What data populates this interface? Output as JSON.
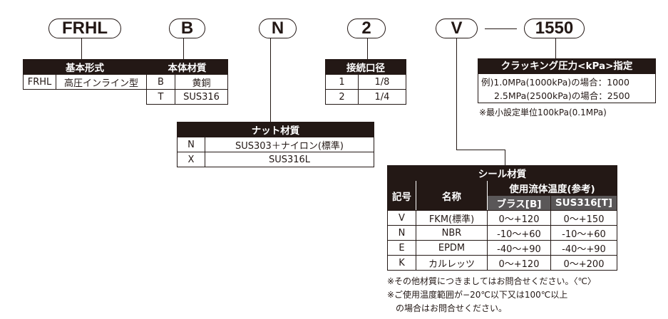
{
  "codes": {
    "model": "FRHL",
    "body": "B",
    "nut": "N",
    "port": "2",
    "seal": "V",
    "pressure": "1550"
  },
  "basic_type": {
    "title": "基本形式",
    "rows": [
      [
        "FRHL",
        "高圧インライン型"
      ]
    ]
  },
  "body_material": {
    "title": "本体材質",
    "rows": [
      [
        "B",
        "黄銅"
      ],
      [
        "T",
        "SUS316"
      ]
    ]
  },
  "port_size": {
    "title": "接続口径",
    "rows": [
      [
        "1",
        "1/8"
      ],
      [
        "2",
        "1/4"
      ]
    ]
  },
  "nut_material": {
    "title": "ナット材質",
    "rows": [
      [
        "N",
        "SUS303＋ナイロン(標準)"
      ],
      [
        "X",
        "SUS316L"
      ]
    ]
  },
  "cracking": {
    "title": "クラッキング圧力<kPa>指定",
    "line1": "例)1.0MPa(1000kPa)の場合：1000",
    "line2": "2.5MPa(2500kPa)の場合：2500",
    "note": "※最小設定単位100kPa(0.1MPa)"
  },
  "seal_material": {
    "title": "シール材質",
    "col_code": "記号",
    "col_name": "名称",
    "col_temp": "使用流体温度(参考)",
    "col_b": "ブラス[B]",
    "col_t": "SUS316[T]",
    "rows": [
      [
        "V",
        "FKM(標準)",
        "0～+120",
        "0～+150"
      ],
      [
        "N",
        "NBR",
        "-10～+60",
        "-10～+60"
      ],
      [
        "E",
        "EPDM",
        "-40～+90",
        "-40～+90"
      ],
      [
        "K",
        "カルレッツ",
        "0～+120",
        "0～+200"
      ]
    ],
    "notes": [
      "※その他材質につきましてはお問合せください。〈℃〉",
      "※ご使用温度範囲が−20℃以下又は100℃以上",
      "　の場合はお問合せください。"
    ]
  }
}
